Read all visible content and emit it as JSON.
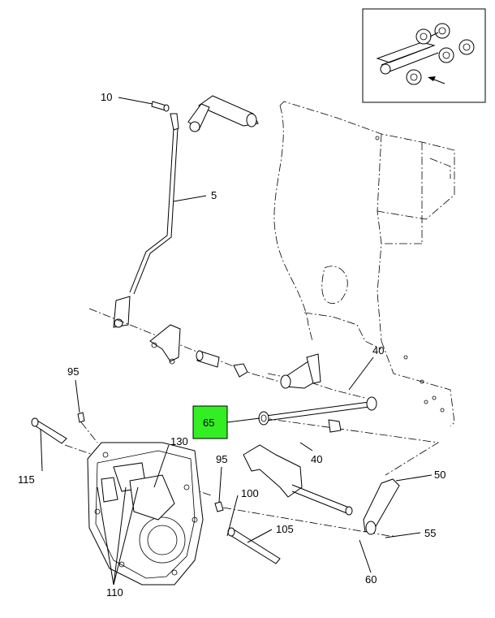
{
  "callouts": {
    "c10": "10",
    "c5": "5",
    "c95a": "95",
    "c115": "115",
    "c130": "130",
    "c95b": "95",
    "c100": "100",
    "c105": "105",
    "c110": "110",
    "c65": "65",
    "c40a": "40",
    "c40b": "40",
    "c50": "50",
    "c55": "55",
    "c60": "60"
  },
  "highlight": {
    "part": "65",
    "color": "#33ee22"
  },
  "inset": {
    "arrow": "view direction"
  }
}
